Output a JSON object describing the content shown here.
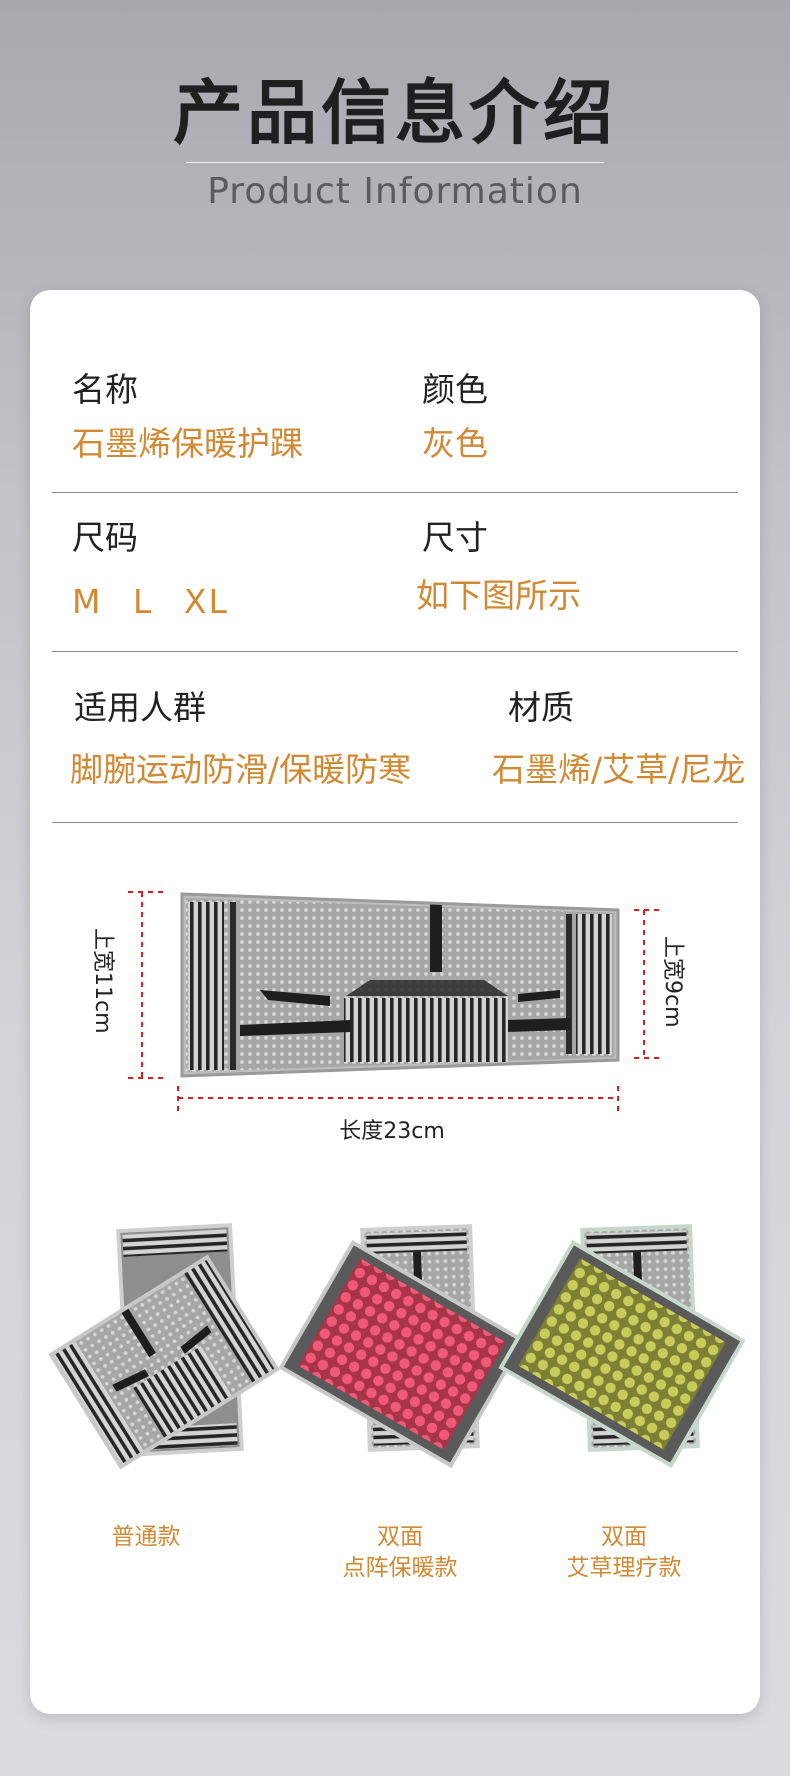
{
  "header": {
    "title": "产品信息介绍",
    "subtitle": "Product Information"
  },
  "info": {
    "name_label": "名称",
    "name_value": "石墨烯保暖护踝",
    "color_label": "颜色",
    "color_value": "灰色",
    "size_label": "尺码",
    "size_value": "M L XL",
    "dimension_label": "尺寸",
    "dimension_value": "如下图所示",
    "audience_label": "适用人群",
    "audience_value": "脚腕运动防滑/保暖防寒",
    "material_label": "材质",
    "material_value": "石墨烯/艾草/尼龙"
  },
  "diagram": {
    "left_height": "上宽11cm",
    "right_height": "上宽9cm",
    "length": "长度23cm",
    "marker_color": "#cc2222"
  },
  "variants": [
    {
      "line1": "普通款",
      "line2": "",
      "accent": "#9a9aa0"
    },
    {
      "line1": "双面",
      "line2": "点阵保暖款",
      "accent": "#e04a6a"
    },
    {
      "line1": "双面",
      "line2": "艾草理疗款",
      "accent": "#b8c050"
    }
  ],
  "colors": {
    "accent_text": "#d08a35",
    "fabric_gray": "#a4a4a4",
    "stripe_dark": "#2a2a2a"
  }
}
